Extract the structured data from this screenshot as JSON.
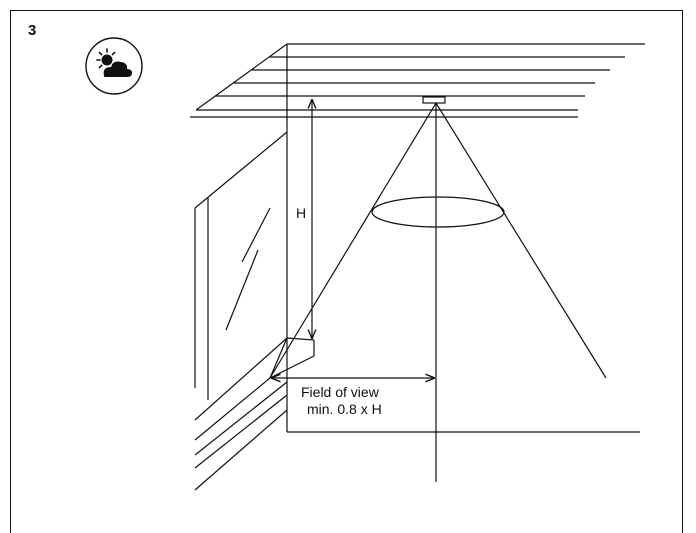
{
  "step_number": "3",
  "icons": {
    "badge": "sun-behind-cloud-icon"
  },
  "labels": {
    "height": "H",
    "fov_line1": "Field of view",
    "fov_line2": "min. 0.8 x H"
  },
  "colors": {
    "line": "#111111",
    "background": "#ffffff"
  }
}
